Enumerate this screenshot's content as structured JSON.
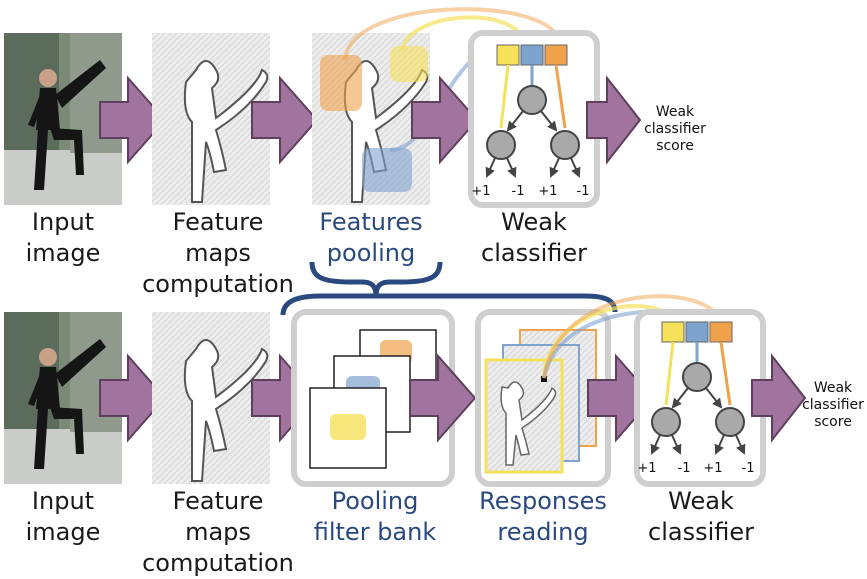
{
  "row1": {
    "input_label": [
      "Input",
      "image"
    ],
    "feature_label": [
      "Feature maps",
      "computation"
    ],
    "pooling_label": [
      "Features",
      "pooling"
    ],
    "classifier_label": [
      "Weak",
      "classifier"
    ],
    "score_label": [
      "Weak",
      "classifier",
      "score"
    ],
    "leaf_labels": [
      "+1",
      "-1",
      "+1",
      "-1"
    ]
  },
  "row2": {
    "input_label": [
      "Input",
      "image"
    ],
    "feature_label": [
      "Feature maps",
      "computation"
    ],
    "filterbank_label": [
      "Pooling",
      "filter bank"
    ],
    "responses_label": [
      "Responses",
      "reading"
    ],
    "classifier_label": [
      "Weak",
      "classifier"
    ],
    "score_label": [
      "Weak",
      "classifier",
      "score"
    ],
    "leaf_labels": [
      "+1",
      "-1",
      "+1",
      "-1"
    ]
  },
  "colors": {
    "arrow": "#a1749f",
    "arrow_edge": "#5e3f5c",
    "yellow": "#f5e15a",
    "blue": "#7fa3cf",
    "orange": "#f0a14b",
    "box": "#cfcfcf",
    "label_blue": "#2a4a7f",
    "node": "#a9a9a9"
  }
}
